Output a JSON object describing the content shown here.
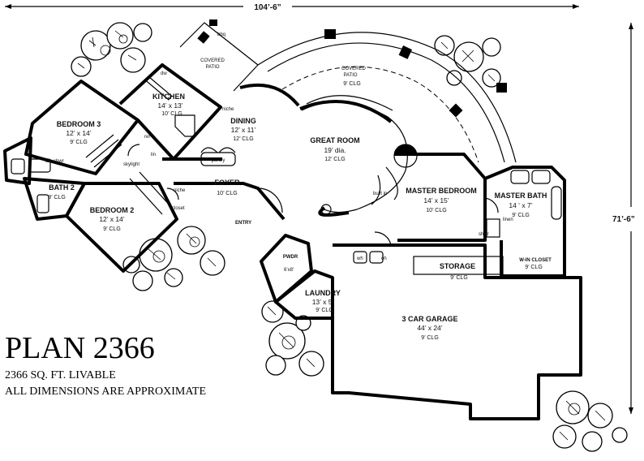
{
  "plan": {
    "title": "PLAN 2366",
    "subtitle": "2366 SQ. FT. LIVABLE",
    "note": "ALL DIMENSIONS ARE APPROXIMATE",
    "width_dimension": "104’-6”",
    "depth_dimension": "71’-6”"
  },
  "rooms": {
    "bedroom3": {
      "name": "BEDROOM 3",
      "size": "12’ x 14’",
      "ceiling": "9’ CLG"
    },
    "bedroom2": {
      "name": "BEDROOM 2",
      "size": "12’ x 14’",
      "ceiling": "9’ CLG"
    },
    "bath2": {
      "name": "BATH 2",
      "ceiling": "8’ CLG"
    },
    "kitchen": {
      "name": "KITCHEN",
      "size": "14’ x 13’",
      "ceiling": "10’ CLG"
    },
    "dining": {
      "name": "DINING",
      "size": "12’ x 11’",
      "ceiling": "12’ CLG"
    },
    "foyer": {
      "name": "FOYER",
      "ceiling": "10’ CLG"
    },
    "great_room": {
      "name": "GREAT ROOM",
      "size": "19’ dia.",
      "ceiling": "12’ CLG"
    },
    "covered_patio_top": {
      "line1": "COVERED",
      "line2": "PATIO",
      "ceiling": "9’ CLG"
    },
    "covered_patio_kitchen": {
      "line1": "COVERED",
      "line2": "PATIO"
    },
    "master_bedroom": {
      "name": "MASTER BEDROOM",
      "size": "14’ x 15’",
      "ceiling": "10’ CLG"
    },
    "master_bath": {
      "name": "MASTER BATH",
      "size": "14 ‘ x 7’",
      "ceiling": "9’ CLG"
    },
    "walkin_closet": {
      "name": "W-IN CLOSET",
      "ceiling": "9’ CLG"
    },
    "storage": {
      "name": "STORAGE",
      "ceiling": "9’ CLG"
    },
    "garage": {
      "name": "3 CAR GARAGE",
      "size": "44’ x 24’",
      "ceiling": "9’ CLG"
    },
    "laundry": {
      "name": "LAUNDRY",
      "size": "13’ x 5’",
      "ceiling": "9’ CLG"
    },
    "powder": {
      "name": "PWDR"
    }
  },
  "labels": {
    "bbq": "bbq",
    "niche_dining": "niche",
    "niche_foyer": "niche",
    "pantry": "pantry",
    "closet": "closet",
    "entry": "ENTRY",
    "tub_shwr": "tub\nshwr",
    "shwr": "shwr",
    "linen": "linen",
    "skylight": "skylight",
    "ref": "ref",
    "dw": "dw",
    "lin": "lin",
    "built_in": "built\nin",
    "oh": "oh",
    "wh": "wh",
    "size_6x8": "6’x8’"
  }
}
